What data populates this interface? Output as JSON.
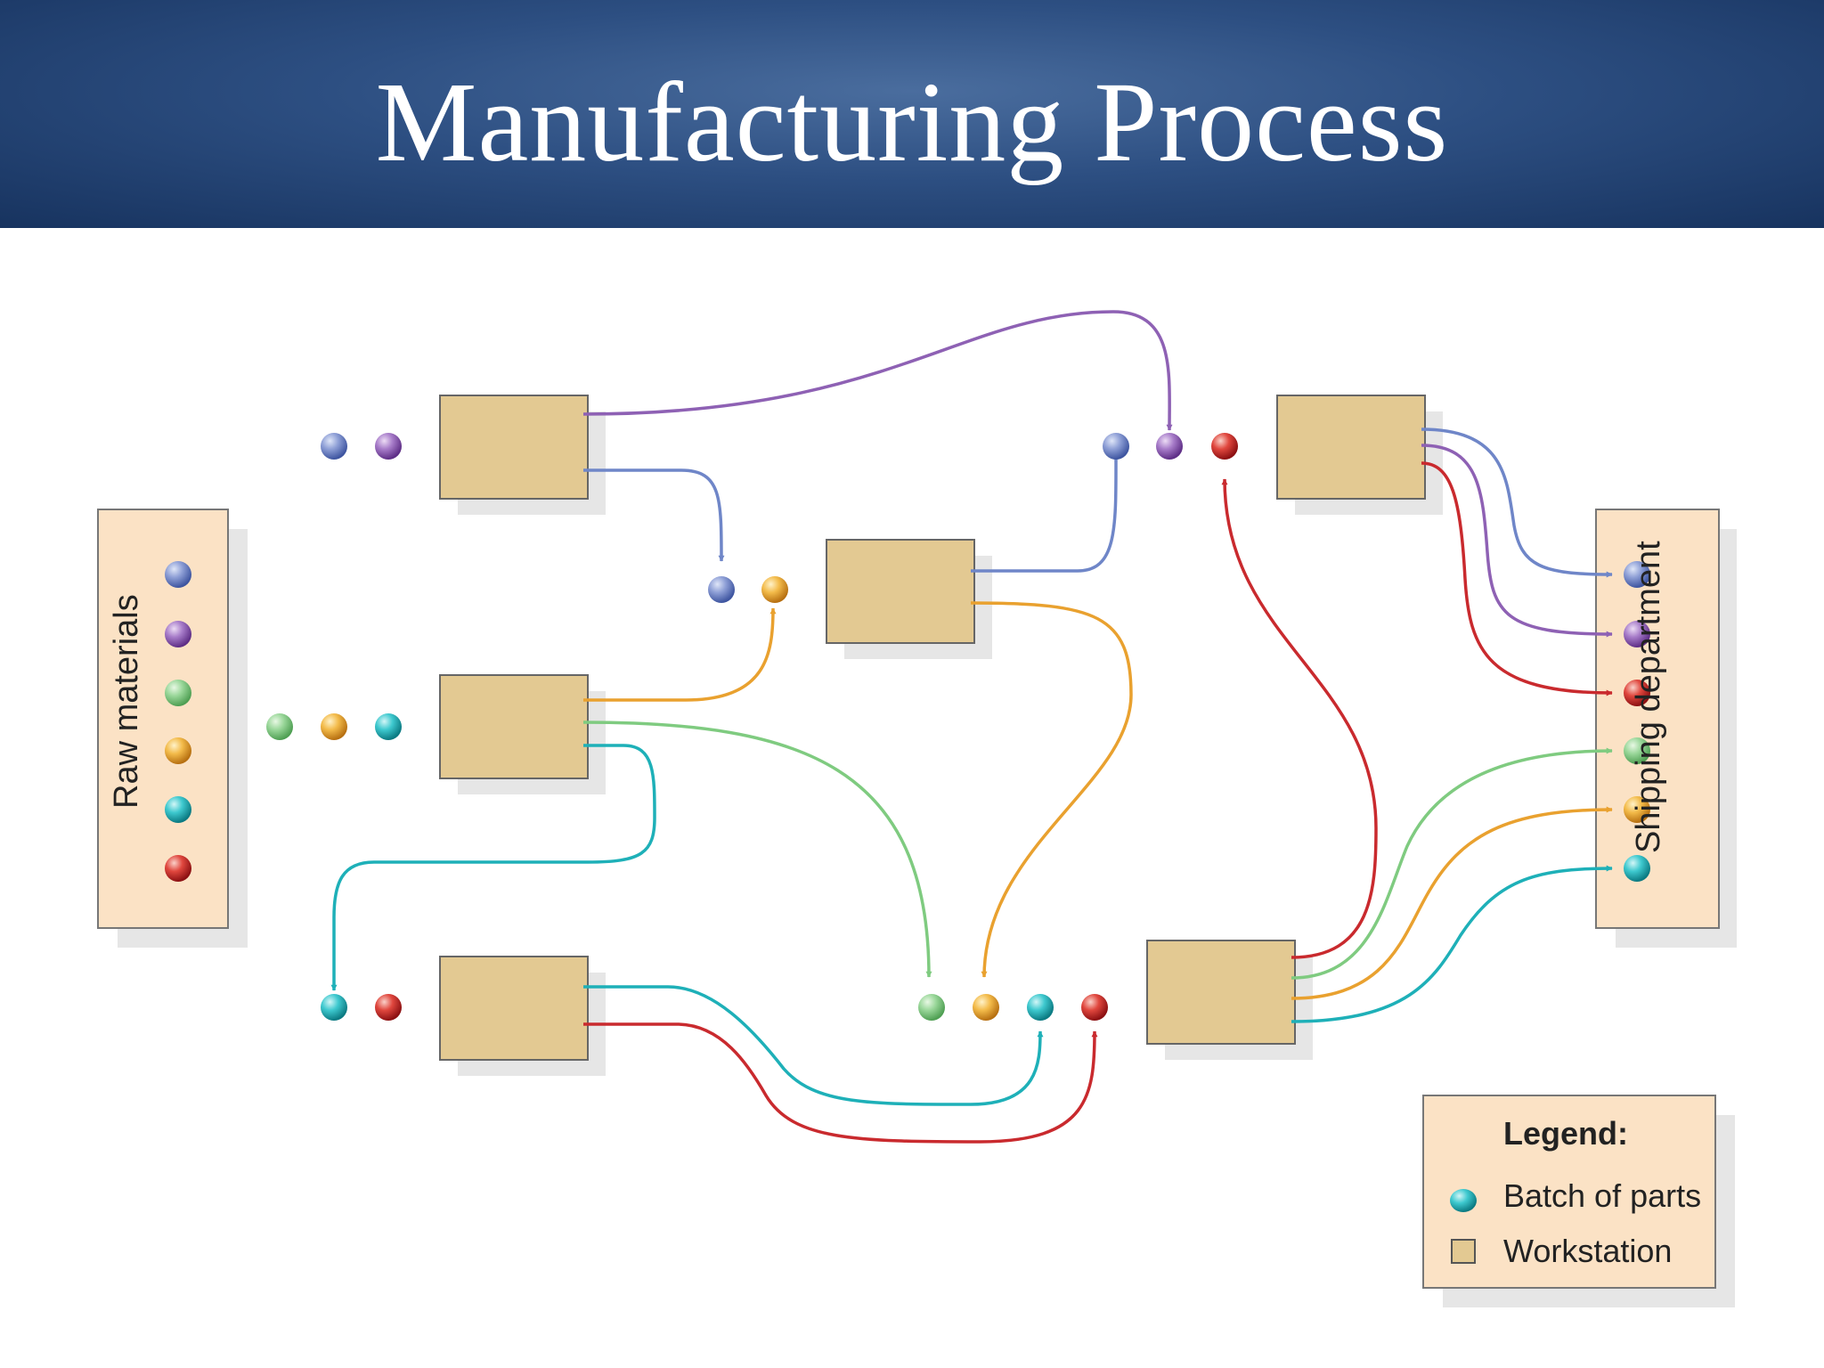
{
  "title": "Manufacturing Process",
  "raw_materials_label": "Raw materials",
  "shipping_label": "Shipping department",
  "legend": {
    "title": "Legend:",
    "batch_label": "Batch of parts",
    "workstation_label": "Workstation"
  },
  "colors": {
    "blue": "#6f86c8",
    "purple": "#8e61b4",
    "green": "#7fcb80",
    "orange": "#e9a12f",
    "cyan": "#1eb0b8",
    "red": "#c92a2e",
    "workstation_fill": "#e3c992",
    "panel_fill": "#fbe2c5"
  }
}
